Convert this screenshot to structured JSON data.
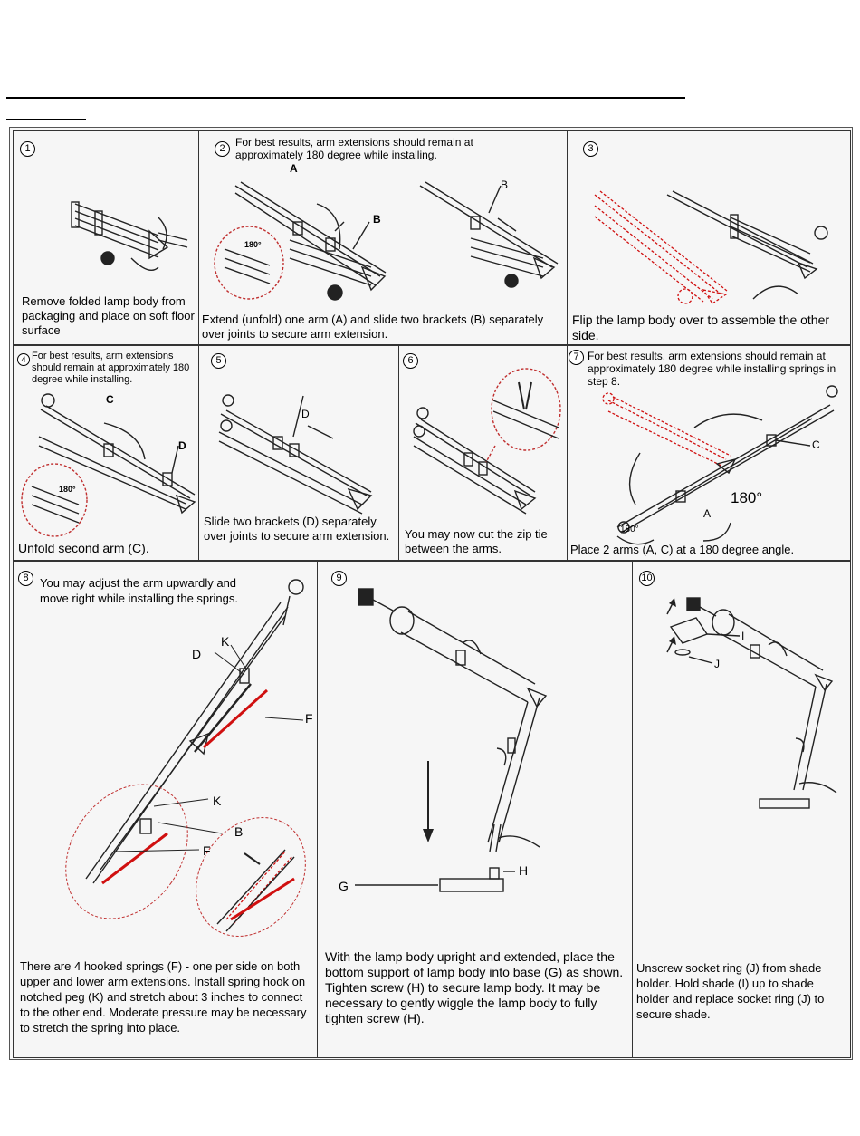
{
  "steps": [
    {
      "num": "1",
      "caption": "Remove folded lamp body from packaging and place on soft floor surface"
    },
    {
      "num": "2",
      "note": "For best results, arm extensions should remain at approximately 180 degree while installing.",
      "caption": "Extend (unfold) one arm (A) and slide two brackets (B) separately over joints to secure arm extension.",
      "labels": [
        "A",
        "B",
        "B",
        "180°"
      ]
    },
    {
      "num": "3",
      "caption": "Flip the lamp body over to assemble the other side."
    },
    {
      "num": "4",
      "note": "For best results, arm extensions should remain at approximately 180 degree while installing.",
      "caption": "Unfold second arm (C).",
      "labels": [
        "C",
        "D",
        "180°"
      ]
    },
    {
      "num": "5",
      "caption": "Slide two brackets (D) separately over joints to secure arm extension.",
      "labels": [
        "D"
      ]
    },
    {
      "num": "6",
      "caption": "You may now cut the zip tie between the arms."
    },
    {
      "num": "7",
      "note": "For best results, arm extensions should remain at approximately 180 degree while installing springs in step 8.",
      "caption": "Place 2 arms (A, C) at a 180 degree angle.",
      "labels": [
        "C",
        "A",
        "180°",
        "180°"
      ]
    },
    {
      "num": "8",
      "note": "You may adjust the arm upwardly and move right while installing the springs.",
      "caption": "There are 4 hooked springs (F) - one per side on both upper and lower arm extensions. Install spring hook on notched peg (K) and stretch about 3 inches to connect to the other end.  Moderate pressure may be necessary to stretch the spring into place.",
      "labels": [
        "D",
        "K",
        "F",
        "K",
        "B",
        "F"
      ]
    },
    {
      "num": "9",
      "caption": "With the lamp body upright and extended, place the bottom support of lamp body into base (G) as shown.\nTighten screw (H) to secure lamp body.  It may be necessary to gently wiggle the lamp body to fully tighten screw (H).",
      "labels": [
        "G",
        "H"
      ]
    },
    {
      "num": "10",
      "caption": "Unscrew socket ring (J) from shade holder.  Hold shade (I) up to shade holder and replace socket ring (J) to secure shade.",
      "labels": [
        "I",
        "J"
      ]
    }
  ],
  "colors": {
    "border": "#333333",
    "highlight": "#d01010",
    "panel": "#f6f6f6"
  }
}
